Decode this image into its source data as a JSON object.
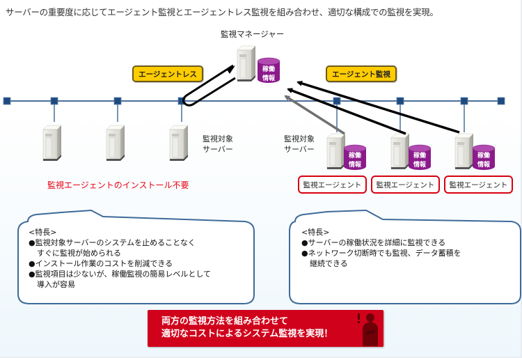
{
  "headline": "サーバーの重要度に応じてエージェント監視とエージェントレス監視を組み合わせ、適切な構成での監視を実現。",
  "manager": {
    "label": "監視マネージャー",
    "db_label_line1": "稼働",
    "db_label_line2": "情報"
  },
  "tags": {
    "agentless": "エージェントレス",
    "agent": "エージェント監視"
  },
  "left_group": {
    "target_label_line1": "監視対象",
    "target_label_line2": "サーバー",
    "note": "監視エージェントのインストール不要",
    "server_count": 3
  },
  "right_group": {
    "target_label_line1": "監視対象",
    "target_label_line2": "サーバー",
    "db_label_line1": "稼働",
    "db_label_line2": "情報",
    "agents": [
      "監視エージェント",
      "監視エージェント",
      "監視エージェント"
    ]
  },
  "left_bubble": {
    "title": "<特長>",
    "lines": [
      "●監視対象サーバーのシステムを止めることなく",
      "すぐに監視が始められる",
      "●インストール作業のコストを削減できる",
      "●監視項目は少ないが、稼働監視の簡易レベルとして",
      "導入が容易"
    ]
  },
  "right_bubble": {
    "title": "<特長>",
    "lines": [
      "●サーバーの稼働状況を詳細に監視できる",
      "●ネットワーク切断時でも監視、データ蓄積を",
      "継続できる"
    ]
  },
  "banner": {
    "line1": "両方の監視方法を組み合わせて",
    "line2": "適切なコストによるシステム監視を実現！",
    "icon": "businessman-exclamation-icon"
  },
  "colors": {
    "network_line": "#4a6f99",
    "network_node": "#1f4a80",
    "tag_fill": "#ffcc00",
    "db_fill": "#8b1a8b",
    "agent_border": "#d7000f",
    "note_red": "#e60012",
    "banner_red": "#d0021b",
    "bubble_border": "#3d6a99"
  }
}
